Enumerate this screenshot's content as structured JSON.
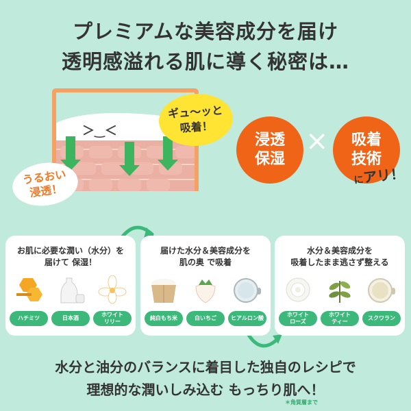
{
  "headline": {
    "line1": "プレミアムな美容成分を届け",
    "line2": "透明感溢れる肌に導く秘密は…"
  },
  "illustration": {
    "bubble_top_line1": "ギュ～ッと",
    "bubble_top_line2": "吸着！",
    "bubble_left_line1": "うるおい",
    "bubble_left_line2": "浸透！",
    "face": "＞‿＜"
  },
  "features": {
    "left_line1": "浸透",
    "left_line2": "保湿",
    "times": "×",
    "right_line1": "吸着",
    "right_line2": "技術",
    "suffix_ni": "に",
    "suffix_ari": "アリ！"
  },
  "cards": [
    {
      "title_line1": "お肌に必要な潤い（水分）を",
      "title_line2": "届けて 保湿！",
      "items": [
        {
          "label": "ハチミツ",
          "icon": "honey-icon"
        },
        {
          "label": "日本酒",
          "icon": "sake-icon"
        },
        {
          "label": "ホワイト\nリリー",
          "icon": "white-lily-icon"
        }
      ]
    },
    {
      "title_line1": "届けた水分＆美容成分を",
      "title_line2": "肌の奥 で吸着",
      "items": [
        {
          "label": "純白もち米",
          "icon": "rice-box-icon"
        },
        {
          "label": "白いちご",
          "icon": "white-strawberry-icon"
        },
        {
          "label": "ヒアルロン酸",
          "icon": "hyaluronic-cup-icon"
        }
      ]
    },
    {
      "title_line1": "水分＆美容成分を",
      "title_line2": "吸着したまま逃さず整える",
      "items": [
        {
          "label": "ホワイト\nローズ",
          "icon": "white-rose-icon"
        },
        {
          "label": "ホワイト\nティー",
          "icon": "white-tea-icon"
        },
        {
          "label": "スクワラン",
          "icon": "squalane-cup-icon"
        }
      ]
    }
  ],
  "bottom": {
    "line1": "水分と油分のバランスに着目した独自のレシピで",
    "line2": "理想的な潤いしみ込む もっちり肌へ！",
    "footnote": "＊角質層まで"
  },
  "colors": {
    "background": "#bfeadc",
    "accent_orange": "#f06418",
    "accent_green": "#3cb87a",
    "bubble_yellow": "#ffe434"
  }
}
